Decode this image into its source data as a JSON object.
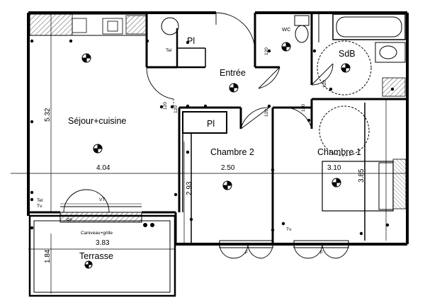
{
  "rooms": {
    "sejour": "Séjour+cuisine",
    "entree": "Entrée",
    "chambre2": "Chambre 2",
    "chambre1": "Chambre 1",
    "sdb": "SdB",
    "wc": "WC",
    "placard1": "Pl",
    "placard2": "Pl",
    "terrasse": "Terrasse"
  },
  "dimensions": {
    "sejour_height": "5.32",
    "sejour_width": "4.04",
    "chambre2_width": "2.50",
    "chambre2_height": "2.93",
    "chambre1_width": "3.10",
    "chambre1_height": "3.85",
    "terrasse_width": "3.83",
    "terrasse_height": "1.84"
  },
  "annotations": {
    "caniveau": "Caniveau+grille",
    "pf_terrasse": "PF",
    "vr": "VT",
    "f_chambre2": "F",
    "f_chambre1": "F",
    "sockets": [
      "120",
      "120",
      "120",
      "120",
      "120",
      "120"
    ],
    "tel": "Tel",
    "tv": "Tv"
  }
}
